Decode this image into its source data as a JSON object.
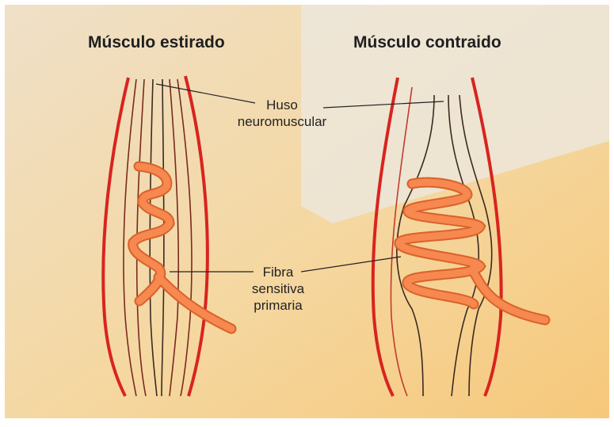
{
  "diagram": {
    "left_title": "Músculo estirado",
    "right_title": "Músculo contraido",
    "label_spindle": [
      "Huso",
      "neuromuscular"
    ],
    "label_fiber": [
      "Fibra",
      "sensitiva",
      "primaria"
    ]
  },
  "colors": {
    "muscle_outline": "#d8241f",
    "fiber_lines": "#7a2a1e",
    "sensory_fiber": "#f7884f",
    "sensory_fiber_edge": "#d9622b",
    "background_warm": "#f7d495",
    "background_light": "#ece4d6"
  }
}
